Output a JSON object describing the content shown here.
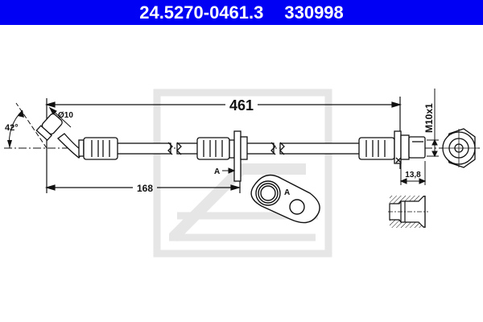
{
  "header": {
    "part_number": "24.5270-0461.3",
    "ref_number": "330998",
    "background_color": "#0000f5"
  },
  "drawing": {
    "type": "brake-hose-technical-drawing",
    "watermark": "ate-logo",
    "dimensions": {
      "overall_length": "461",
      "bracket_position": "168",
      "angle": "42°",
      "fitting_diameter": "Ø10",
      "thread": "M10x1",
      "fitting_length": "13,8"
    },
    "labels": {
      "section_marker": "A",
      "detail_marker": "A"
    }
  }
}
